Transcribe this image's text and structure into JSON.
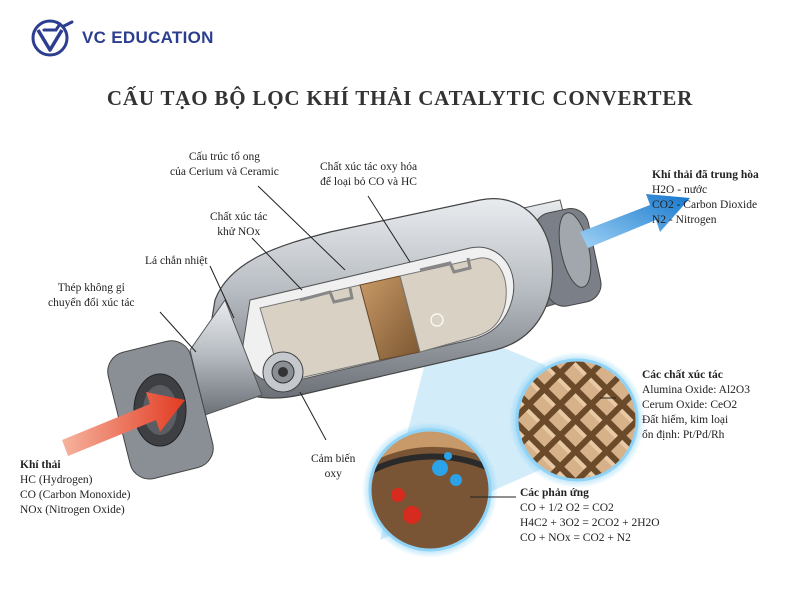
{
  "brand": {
    "name": "VC EDUCATION",
    "color": "#2c3e8f"
  },
  "title": "CẤU TẠO BỘ LỌC KHÍ THẢI CATALYTIC CONVERTER",
  "labels": {
    "honeycomb": [
      "Cấu trúc tổ ong",
      "của Cerium và Ceramic"
    ],
    "oxidation_catalyst": [
      "Chất xúc tác oxy hóa",
      "để loại bỏ CO và HC"
    ],
    "reduction_catalyst": [
      "Chất xúc tác",
      "khử NOx"
    ],
    "heat_shield": [
      "Lá chắn nhiệt"
    ],
    "steel": [
      "Thép không gỉ",
      "chuyển đổi xúc tác"
    ],
    "oxygen_sensor": [
      "Cảm biến",
      "oxy"
    ]
  },
  "outlet": {
    "heading": "Khí thải đã trung hòa",
    "items": [
      "H2O - nước",
      "CO2 - Carbon Dioxide",
      "N2 - Nitrogen"
    ]
  },
  "inlet": {
    "heading": "Khí thải",
    "items": [
      "HC (Hydrogen)",
      "CO (Carbon Monoxide)",
      "NOx (Nitrogen Oxide)"
    ]
  },
  "catalysts": {
    "heading": "Các chất xúc tác",
    "items": [
      "Alumina Oxide: Al2O3",
      "Cerum Oxide: CeO2",
      "Đất hiếm, kim loại",
      "ổn định: Pt/Pd/Rh"
    ]
  },
  "reactions": {
    "heading": "Các phản ứng",
    "items": [
      "CO + 1/2 O2 = CO2",
      "H4C2 + 3O2 = 2CO2 + 2H2O",
      "CO + NOx = CO2 + N2"
    ]
  },
  "colors": {
    "inlet_arrow": "#e8402a",
    "outlet_arrow": "#1f8fe0",
    "metal": "#b8bcc2",
    "substrate": "#d9d2c4",
    "copper": "#a87c4f",
    "zoom_glow": "#5fc2f2"
  }
}
